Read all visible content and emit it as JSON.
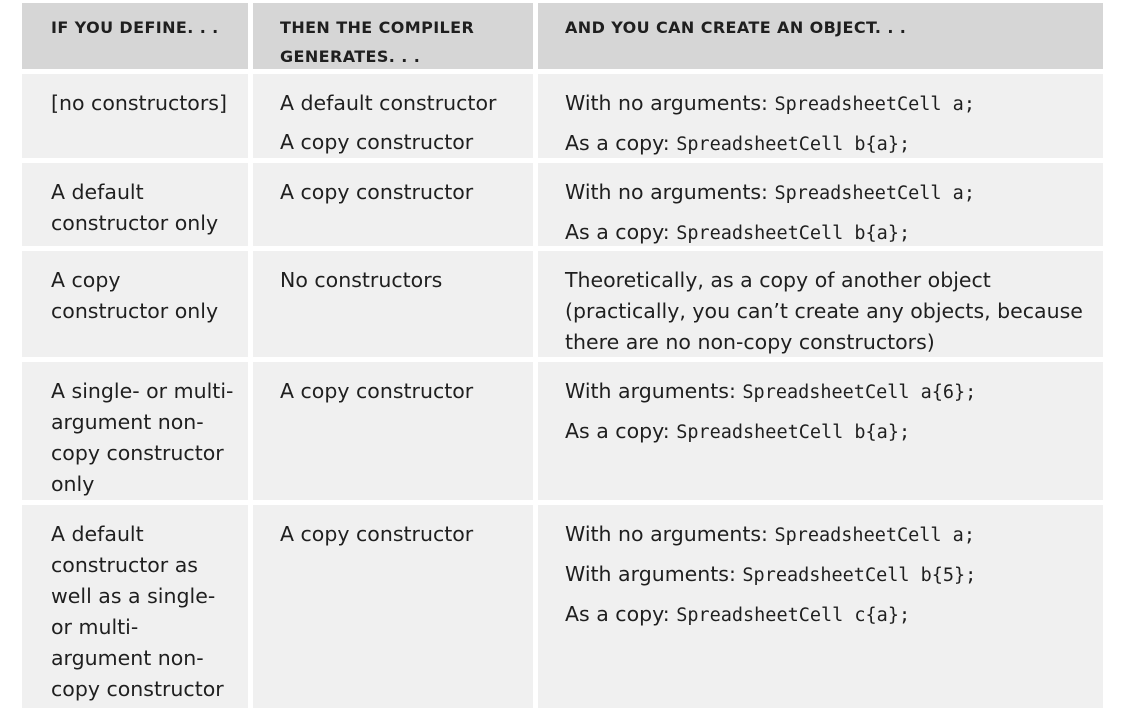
{
  "headers": [
    "IF YOU DEFINE. . .",
    "THEN THE COMPILER GENERATES. . .",
    "AND YOU CAN CREATE AN OBJECT. . ."
  ],
  "rows": [
    {
      "define": "[no constructors]",
      "generates": [
        "A default constructor",
        "A copy constructor"
      ],
      "create": [
        {
          "text": "With no arguments: ",
          "code": "SpreadsheetCell a;"
        },
        {
          "text": "As a copy: ",
          "code": "SpreadsheetCell b{a};"
        }
      ]
    },
    {
      "define": "A default constructor only",
      "generates": [
        "A copy constructor"
      ],
      "create": [
        {
          "text": "With no arguments: ",
          "code": "SpreadsheetCell a;"
        },
        {
          "text": "As a copy: ",
          "code": "SpreadsheetCell b{a};"
        }
      ]
    },
    {
      "define": "A copy constructor only",
      "generates": [
        "No constructors"
      ],
      "create": [
        {
          "text": "Theoretically, as a copy of another object (practically, you can’t create any objects, because there are no non-copy constructors)",
          "code": ""
        }
      ]
    },
    {
      "define": "A single- or multi-argument non-copy constructor only",
      "generates": [
        "A copy constructor"
      ],
      "create": [
        {
          "text": "With arguments: ",
          "code": "SpreadsheetCell a{6};"
        },
        {
          "text": "As a copy: ",
          "code": "SpreadsheetCell b{a};"
        }
      ]
    },
    {
      "define": "A default constructor as well as a single- or multi-argument non-copy constructor",
      "generates": [
        "A copy constructor"
      ],
      "create": [
        {
          "text": "With no arguments: ",
          "code": "SpreadsheetCell a;"
        },
        {
          "text": "With arguments: ",
          "code": "SpreadsheetCell b{5};"
        },
        {
          "text": "As a copy: ",
          "code": "SpreadsheetCell c{a};"
        }
      ]
    }
  ]
}
